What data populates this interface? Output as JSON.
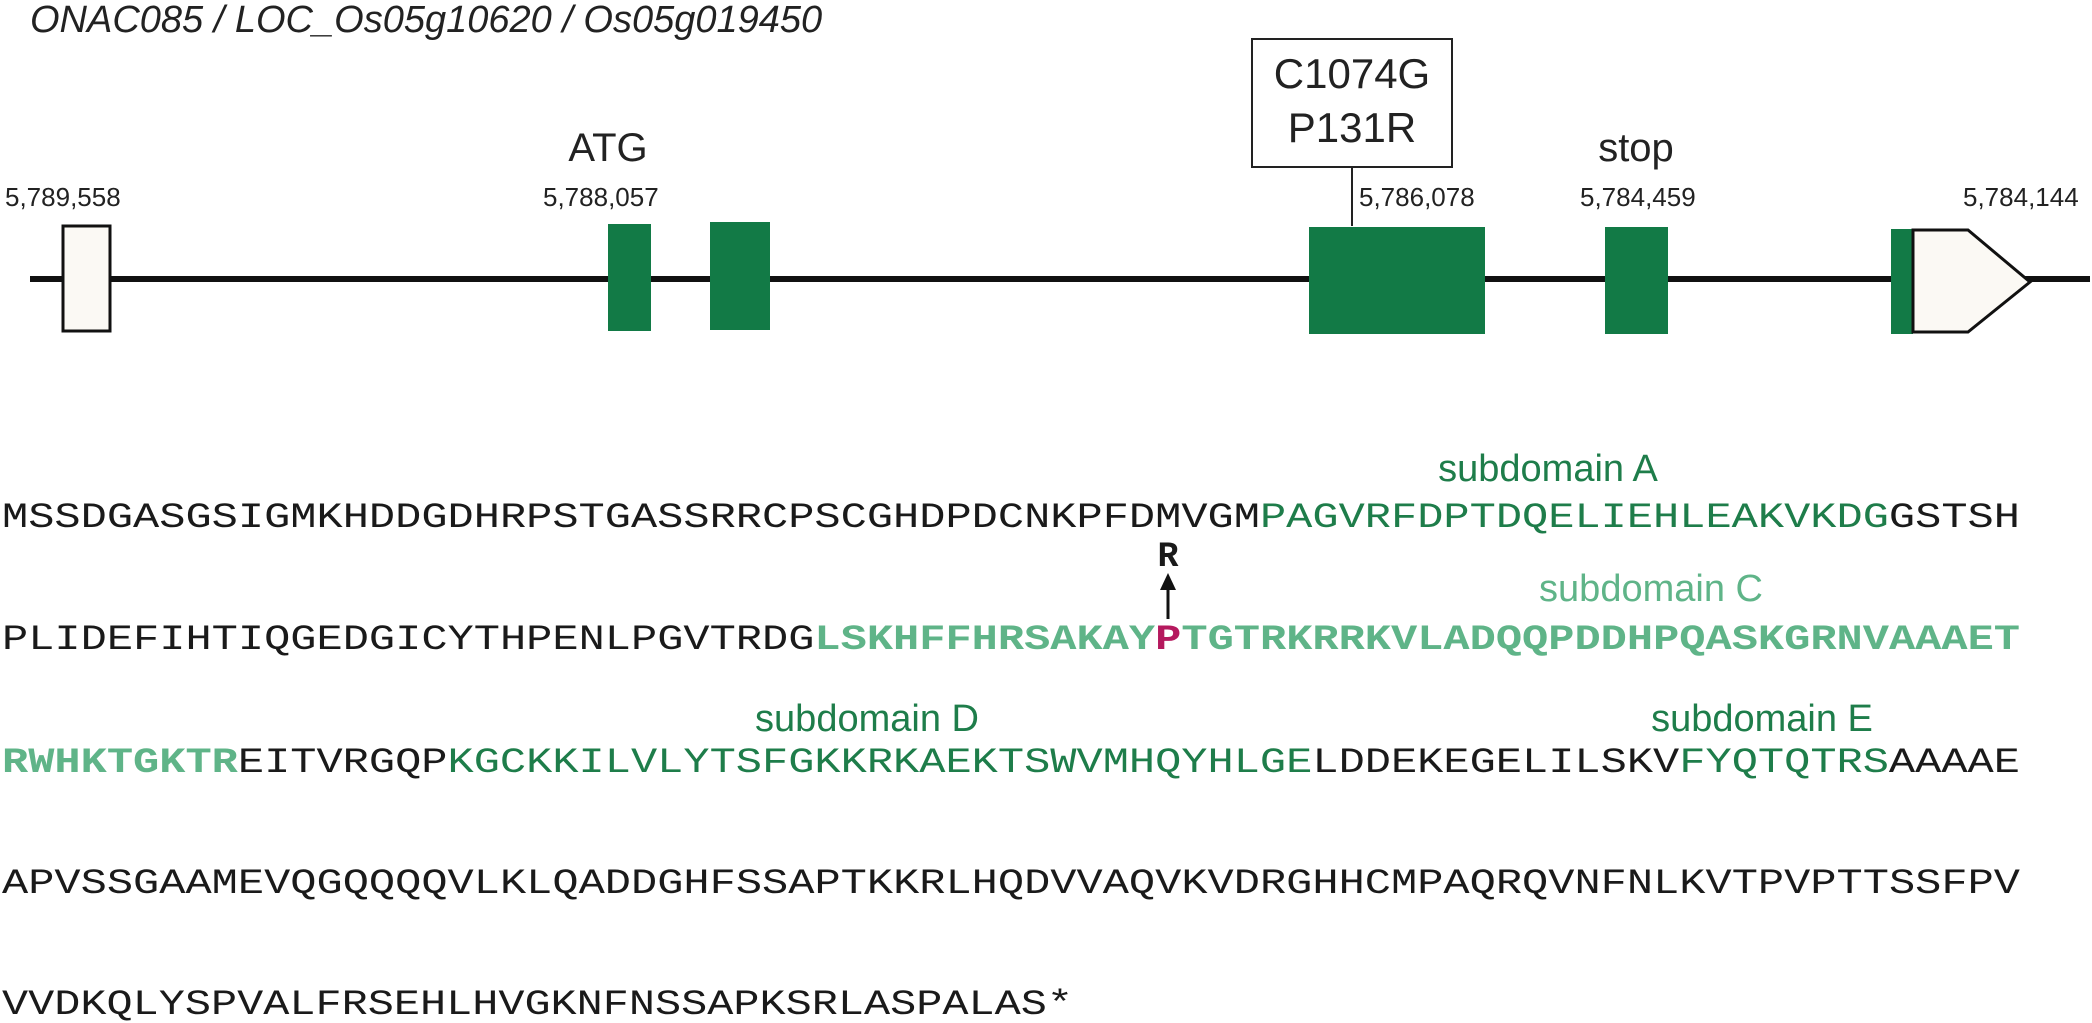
{
  "title": "ONAC085 / LOC_Os05g10620 / Os05g019450",
  "colors": {
    "exon": "#127a46",
    "utr_fill": "#fbf9f4",
    "line": "#111111",
    "domain_dark": "#1e7d4a",
    "domain_light": "#5fb488",
    "mutation_ref": "#b5195e",
    "mutation_alt": "#e8a317"
  },
  "gene_model": {
    "coords": {
      "start": "5,789,558",
      "atg": "5,788,057",
      "mutation": "5,786,078",
      "stop": "5,784,459",
      "end": "5,784,144"
    },
    "labels": {
      "atg": "ATG",
      "stop": "stop"
    },
    "mutation_box": {
      "line1": "C1074G",
      "line2": "P131R"
    }
  },
  "sequence": {
    "subdomain_labels": {
      "a": "subdomain A",
      "c": "subdomain C",
      "d": "subdomain D",
      "e": "subdomain E"
    },
    "mutation_alt": "R",
    "line1": {
      "s1": "MSSDGASGSIGMKHDDGDHRPSTGASSRRCPSCGHDPDCNKPFDMVGM",
      "s2": "PAGVRFDPTDQELIEHLEAKVKDG",
      "s3": "GSTSH"
    },
    "line2": {
      "s1": "PLIDEFIHTIQGEDGICYTHPENLPGVTRDG",
      "s2": "LSKHFFHRSAKAY",
      "s3": "P",
      "s4": "TGTRKRRKVLADQQPDDHPQASKGRNVAAAET"
    },
    "line3": {
      "s1": "RWHKTGKTR",
      "s2": "EITVRGQP",
      "s3": "KGCKKILVLYTSFGKKRKAEKTSWVMHQYHLGE",
      "s4": "LDDEKEGELILSKV",
      "s5": "FYQTQTRS",
      "s6": "AAAAE"
    },
    "line4": "APVSSGAAMEVQGQQQQVLKLQADDGHFSSAPTKKRLHQDVVAQVKVDRGHHCMPAQRQVNFNLKVTPVPTTSSFPV",
    "line5": "VVDKQLYSPVALFRSEHLHVGKNFNSSAPKSRLASPALAS*"
  }
}
